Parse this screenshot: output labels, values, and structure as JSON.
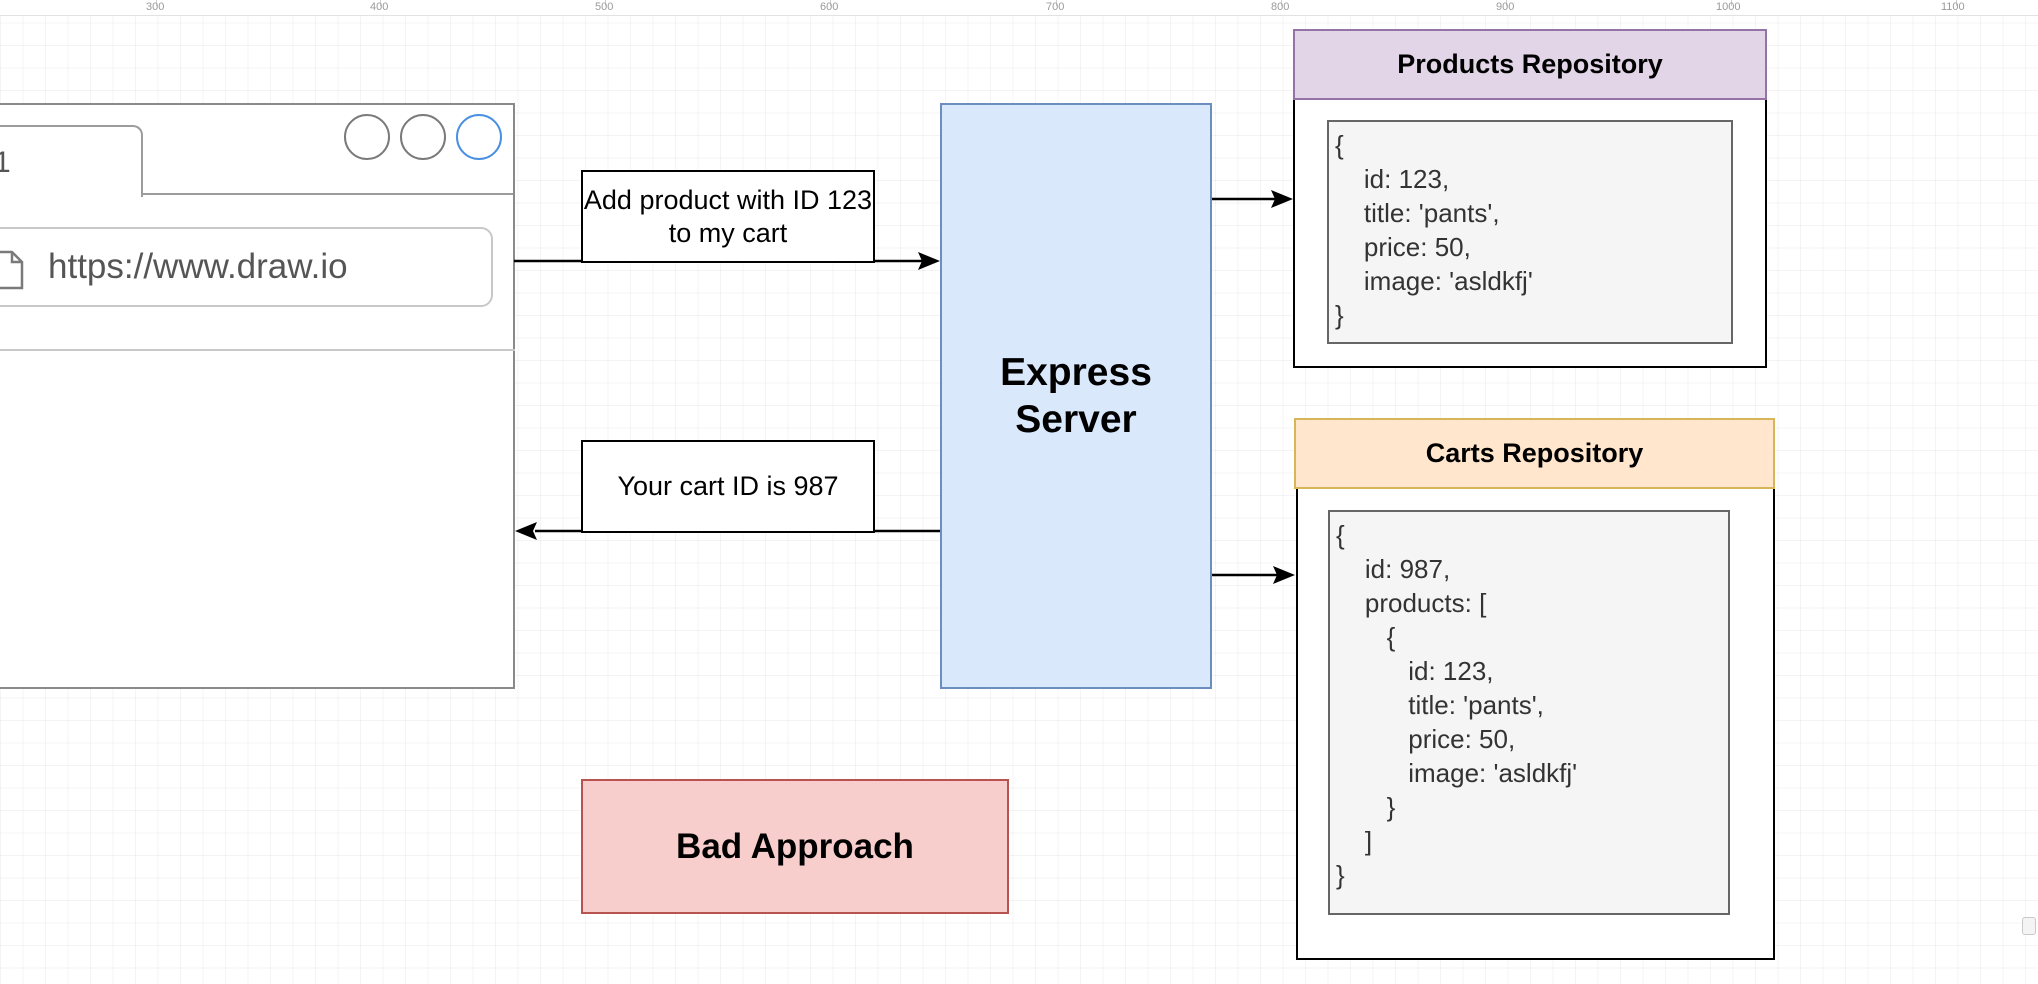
{
  "ruler": {
    "labels": [
      "300",
      "400",
      "500",
      "600",
      "700",
      "800",
      "900",
      "1000",
      "1100"
    ]
  },
  "browser": {
    "tab_label": "1",
    "url": "https://www.draw.io"
  },
  "messages": {
    "request": "Add product with ID 123 to my cart",
    "response": "Your cart ID is 987"
  },
  "server": {
    "label": "Express\nServer"
  },
  "products_repository": {
    "title": "Products Repository",
    "record": "{\n    id: 123,\n    title: 'pants',\n    price: 50,\n    image: 'asldkfj'\n}"
  },
  "carts_repository": {
    "title": "Carts Repository",
    "record": "{\n    id: 987,\n    products: [\n       {\n          id: 123,\n          title: 'pants',\n          price: 50,\n          image: 'asldkfj'\n       }\n    ]\n}"
  },
  "verdict": {
    "label": "Bad Approach"
  },
  "colors": {
    "server_fill": "#dae8fc",
    "server_stroke": "#6c8ebf",
    "products_header_fill": "#e1d5e7",
    "products_header_stroke": "#9673a6",
    "carts_header_fill": "#ffe6cc",
    "carts_header_stroke": "#d6b656",
    "verdict_fill": "#f8cecc",
    "verdict_stroke": "#b85450",
    "code_fill": "#f5f5f5",
    "active_window_button": "#4a90e2"
  },
  "icons": [
    "page-icon",
    "window-button-circle",
    "arrow-right",
    "arrow-left"
  ]
}
